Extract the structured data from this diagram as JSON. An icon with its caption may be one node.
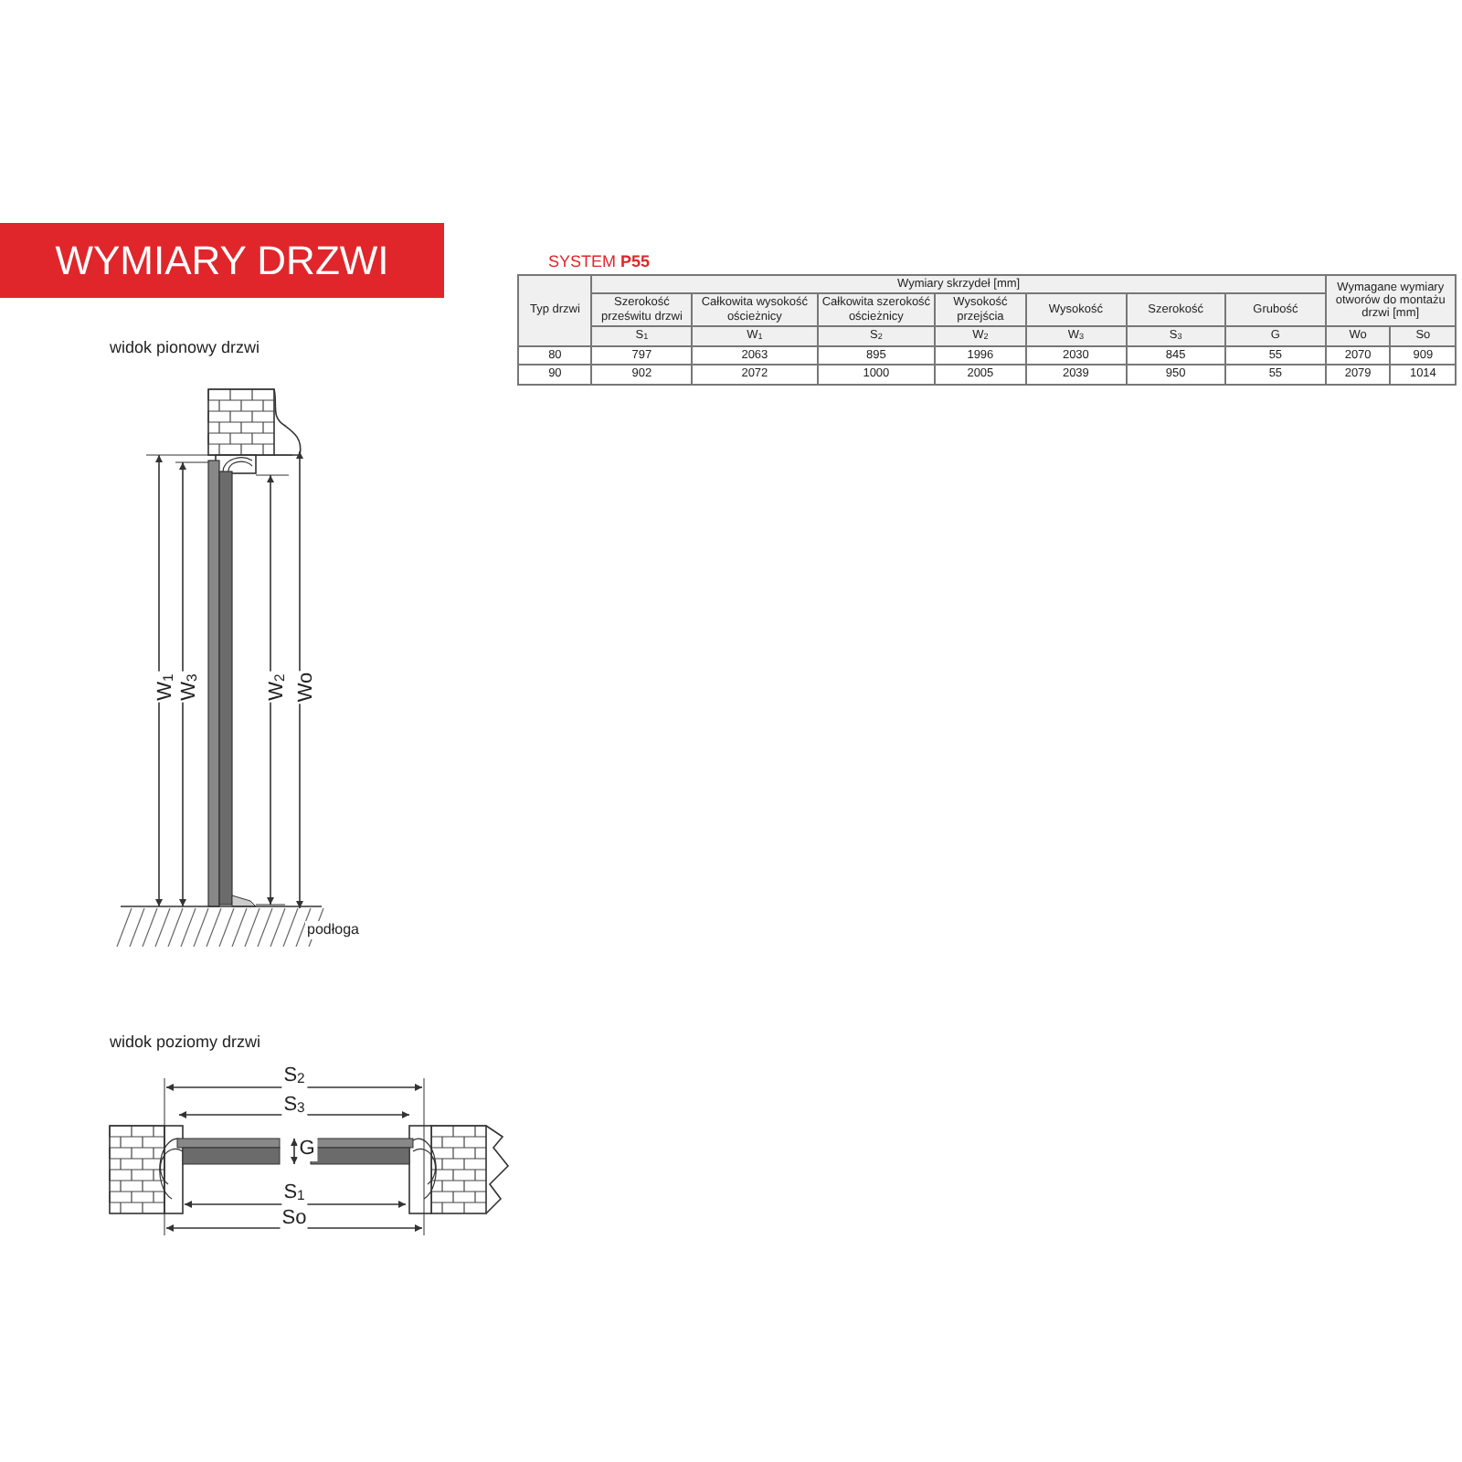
{
  "diagram": {
    "title": "WYMIARY DRZWI",
    "labels": [
      "widok pionowy drzwi",
      "W$_{1}$",
      "W$_{3}$",
      "W$_{2}$",
      "Wo",
      "podłoga",
      "widok poziomy drzwi",
      "S$_{2}$",
      "S$_{3}$",
      "G",
      "S$_{1}$",
      "So",
      "SYSTEM **P55**",
      "Typ drzwi",
      "Wymiary skrzydeł [mm]",
      "Szerokość prześwitu drzwi",
      "Całkowita wysokość ościeżnicy",
      "Całkowita szerokość ościeżnicy",
      "Wysokość przejścia",
      "Wysokość",
      "Szerokość",
      "Grubość",
      "Wymagane wymiary otworów do montażu drzwi [mm]",
      "S$_{1}$",
      "W$_{1}$",
      "S$_{2}$",
      "W$_{2}$",
      "W$_{3}$",
      "S$_{3}$",
      "G",
      "Wo",
      "So",
      "80",
      "797",
      "2063",
      "895",
      "1996",
      "2030",
      "845",
      "55",
      "2070",
      "909",
      "90",
      "902",
      "2072",
      "1000",
      "2005",
      "2039",
      "950",
      "55",
      "2079",
      "1014"
    ]
  }
}
